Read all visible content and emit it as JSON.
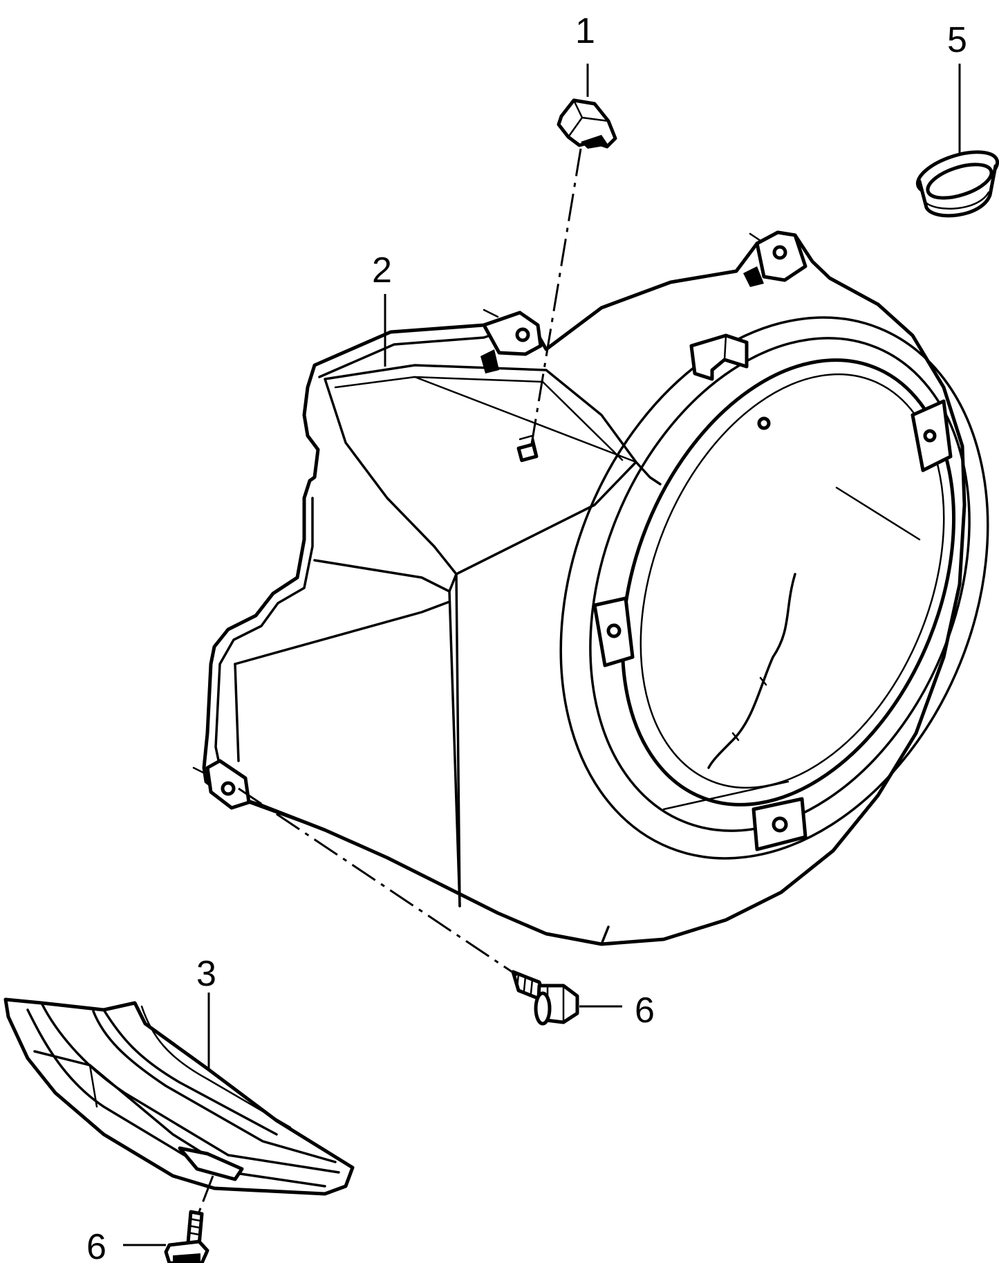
{
  "diagram": {
    "callouts": [
      {
        "id": "c1",
        "text": "1"
      },
      {
        "id": "c2",
        "text": "2"
      },
      {
        "id": "c3",
        "text": "3"
      },
      {
        "id": "c5",
        "text": "5"
      },
      {
        "id": "c6a",
        "text": "6"
      },
      {
        "id": "c6b",
        "text": "6"
      }
    ]
  }
}
